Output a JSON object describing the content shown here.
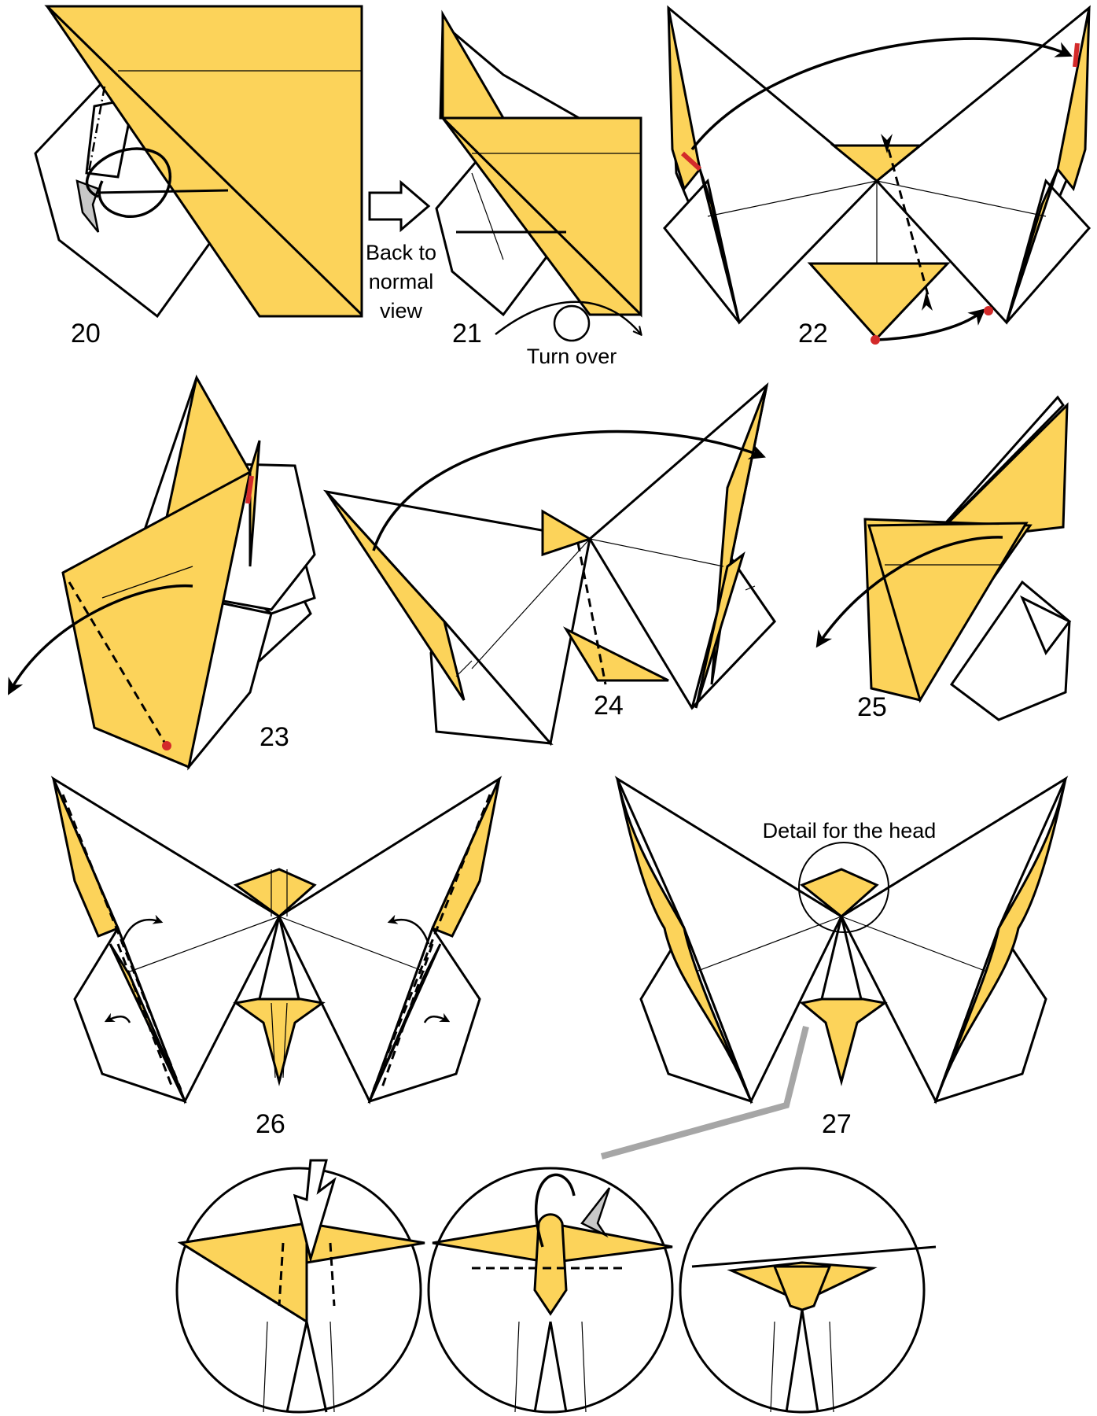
{
  "steps": {
    "s20": "20",
    "s21": "21",
    "s22": "22",
    "s23": "23",
    "s24": "24",
    "s25": "25",
    "s26": "26",
    "s27": "27"
  },
  "labels": {
    "back_line1": "Back to",
    "back_line2": "normal",
    "back_line3": "view",
    "turn_over": "Turn over",
    "detail_head": "Detail for the head"
  },
  "colors": {
    "paper_color": "#FCD35A",
    "paper_white": "#FFFFFF",
    "reference_mark": "#D32A2A",
    "leader_line": "#A6A6A6"
  },
  "icons": {
    "hollow_arrow": "hollow-arrow-icon",
    "turn_over": "turn-over-icon",
    "valley_fold": "valley-fold-line",
    "mountain_fold": "mountain-fold-line",
    "push_arrow": "push-arrow-icon"
  }
}
